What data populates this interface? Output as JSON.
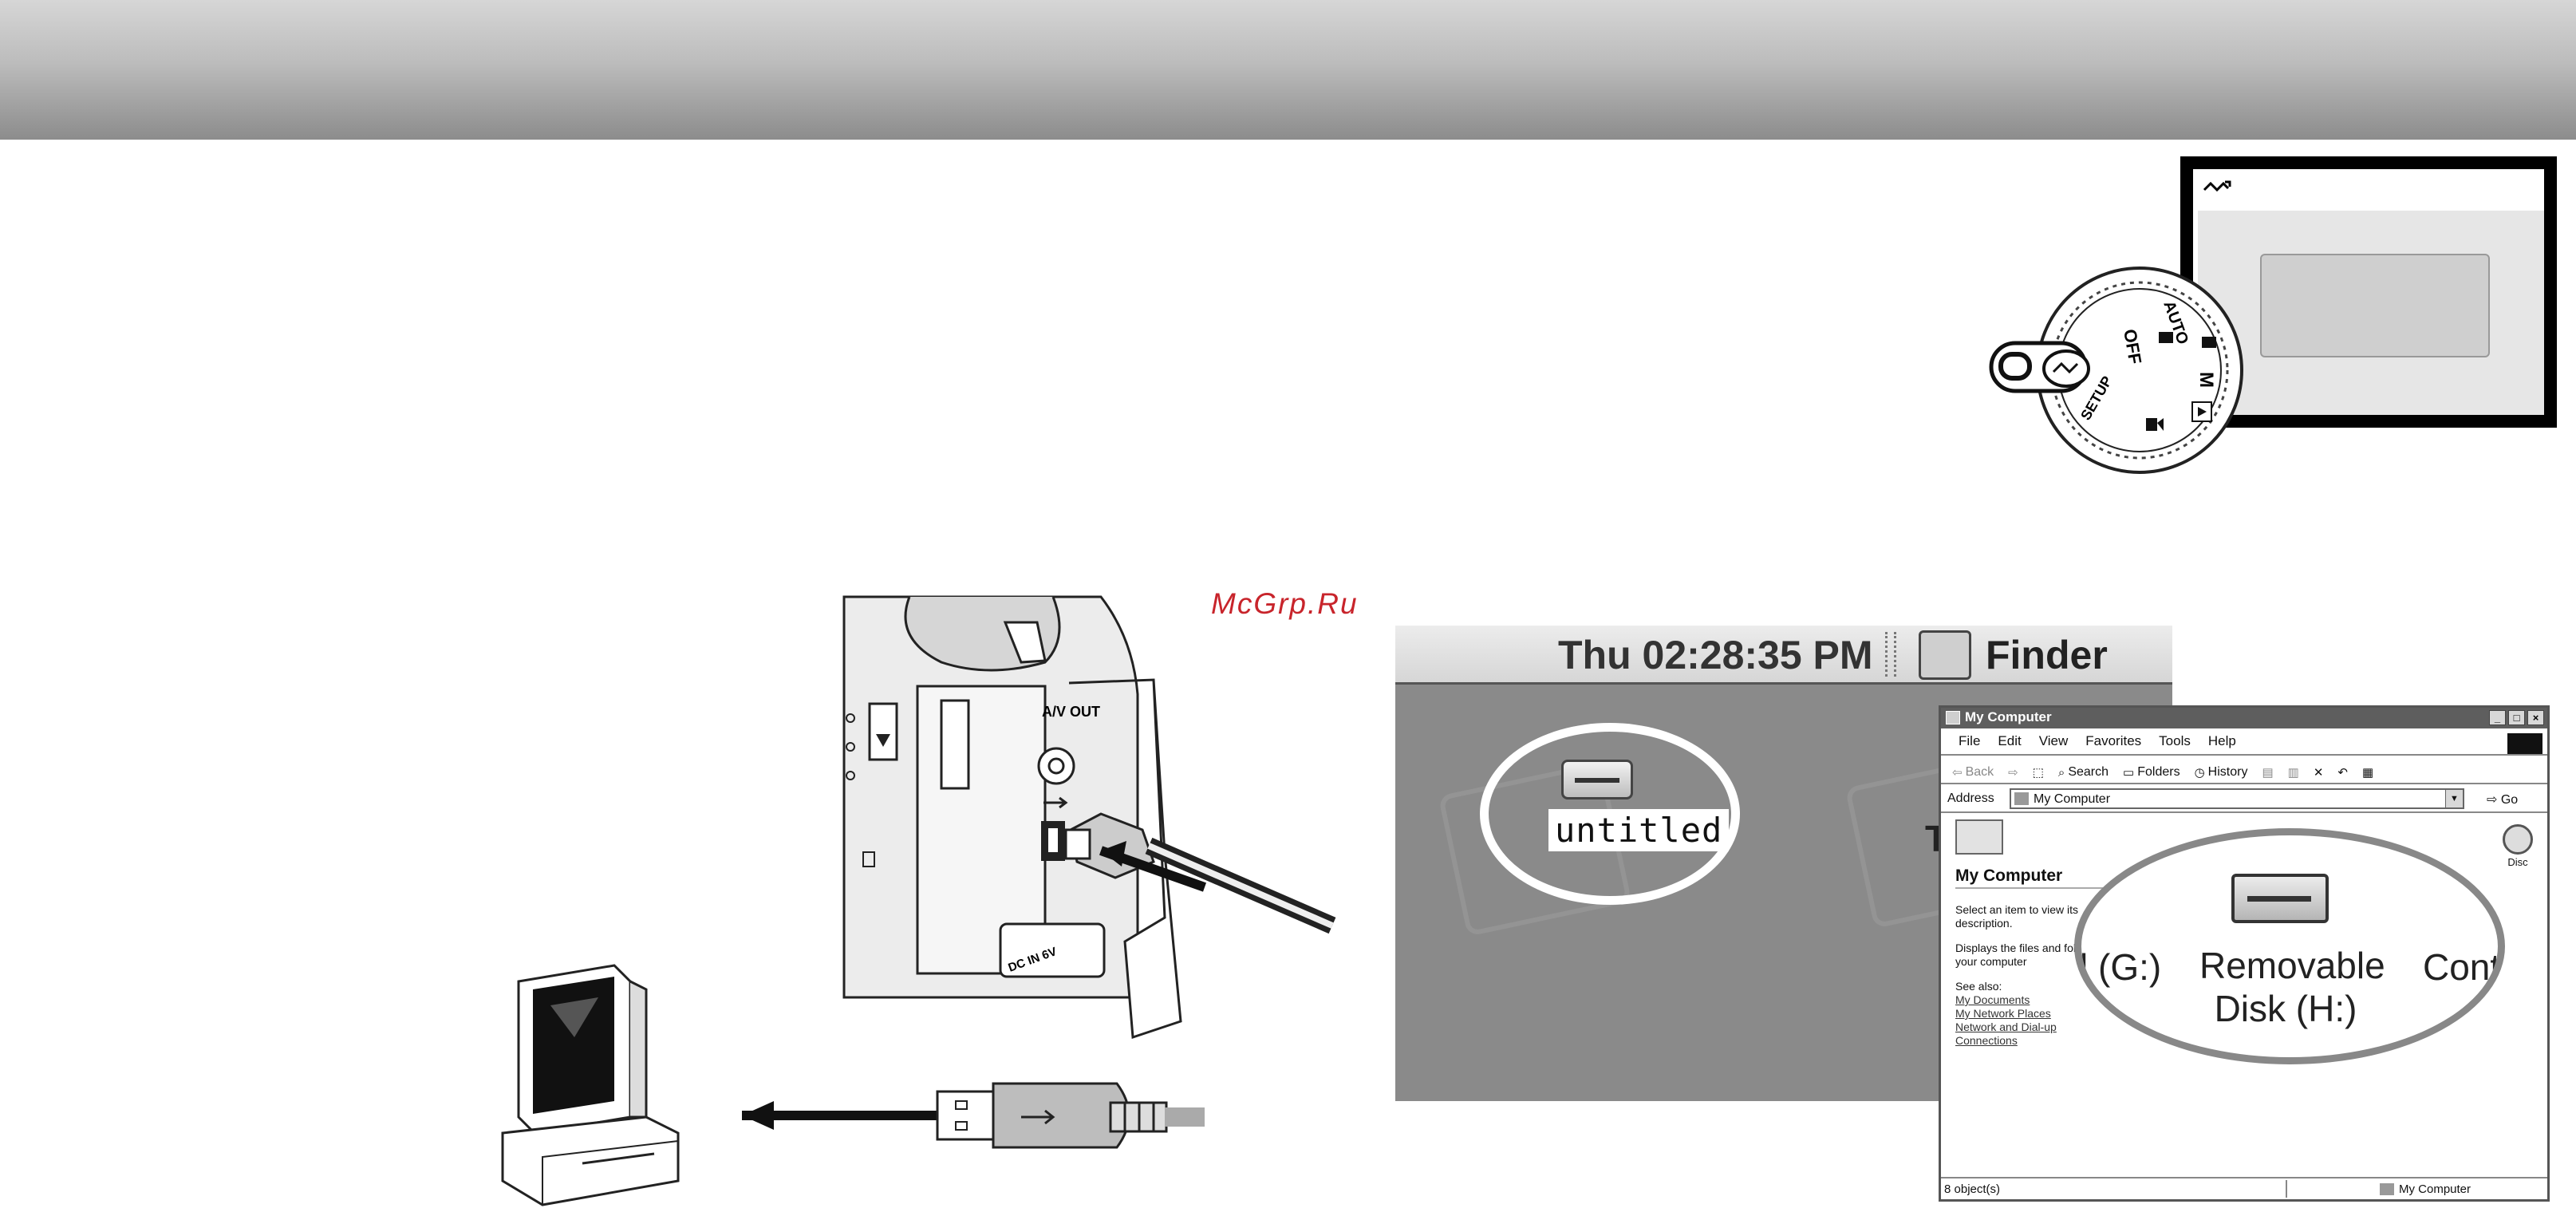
{
  "watermark": "McGrp.Ru",
  "camera": {
    "connector_av_label": "A/V OUT",
    "connector_dc_label": "DC IN 6V",
    "dial_labels": [
      "OFF",
      "AUTO",
      "M",
      "SETUP"
    ]
  },
  "mac_desktop": {
    "clock": "Thu 02:28:35 PM",
    "app_name": "Finder",
    "disk_label": "untitled",
    "partial_icon_label": "T"
  },
  "windows_explorer": {
    "title": "My Computer",
    "title_buttons": [
      "_",
      "□",
      "×"
    ],
    "menu": [
      "File",
      "Edit",
      "View",
      "Favorites",
      "Tools",
      "Help"
    ],
    "toolbar": {
      "back": "Back",
      "search": "Search",
      "folders": "Folders",
      "history": "History"
    },
    "address": {
      "label": "Address",
      "value": "My Computer",
      "go": "Go"
    },
    "left_pane": {
      "heading": "My Computer",
      "desc1": "Select an item to view its description.",
      "desc2": "Displays the files and folders on your computer",
      "see_also": "See also:",
      "links": [
        "My Documents",
        "My Network Places",
        "Network and Dial-up Connections"
      ]
    },
    "partial_drive_label": "Disc",
    "zoom": {
      "left_partial": "l (G:)",
      "drive_label": "Removable Disk (H:)",
      "right_partial": "Cont"
    },
    "status_left": "8 object(s)",
    "status_right": "My Computer"
  }
}
